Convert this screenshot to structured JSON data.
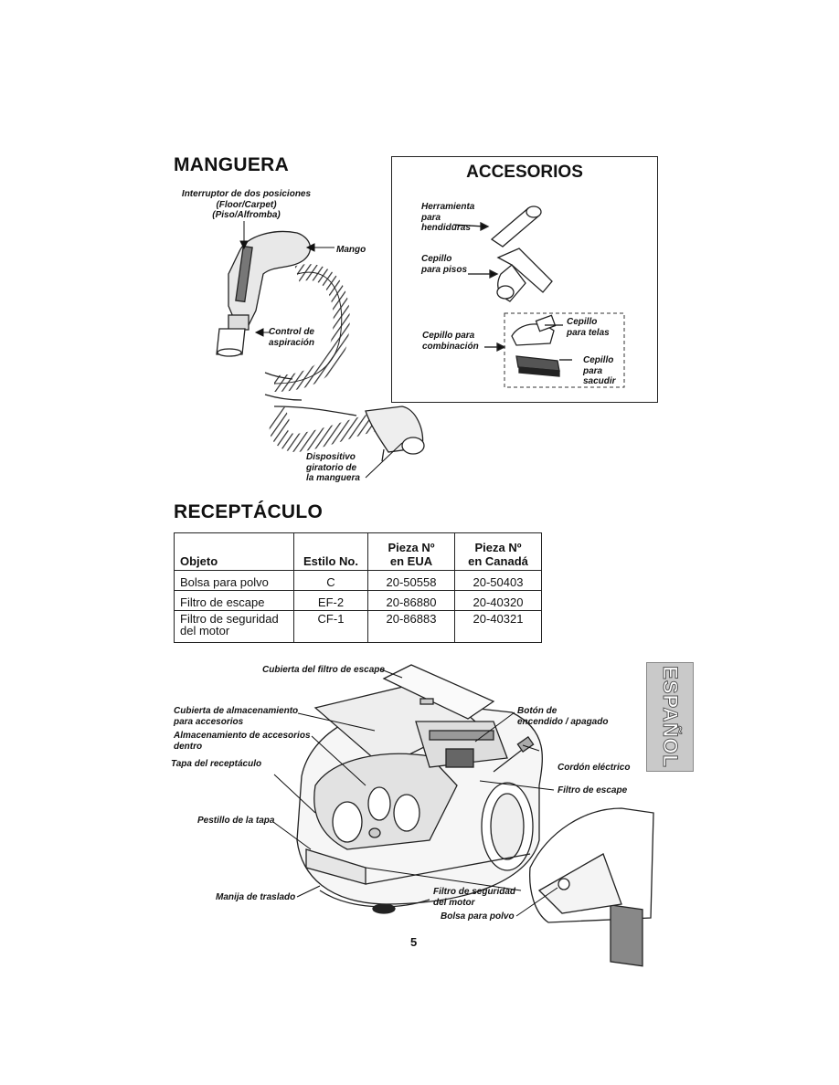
{
  "hose": {
    "title": "MANGUERA",
    "switch_label_1": "Interruptor de dos posiciones",
    "switch_label_2": "(Floor/Carpet)",
    "switch_label_3": "(Piso/Alfromba)",
    "handle_label": "Mango",
    "suction_label_1": "Control de",
    "suction_label_2": "aspiración",
    "swivel_label_1": "Dispositivo",
    "swivel_label_2": "giratorio de",
    "swivel_label_3": "la manguera"
  },
  "accessories": {
    "title": "ACCESORIOS",
    "crevice_1": "Herramienta",
    "crevice_2": "para",
    "crevice_3": "hendiduras",
    "floor_1": "Cepillo",
    "floor_2": "para pisos",
    "combo_1": "Cepillo para",
    "combo_2": "combinación",
    "upholstery_1": "Cepillo",
    "upholstery_2": "para telas",
    "dusting_1": "Cepillo",
    "dusting_2": "para",
    "dusting_3": "sacudir"
  },
  "canister": {
    "title": "RECEPTÁCULO",
    "table": {
      "headers": [
        "Objeto",
        "Estilo No.",
        "Pieza Nº\nen EUA",
        "Pieza Nº\nen Canadá"
      ],
      "h_col3_1": "Pieza Nº",
      "h_col3_2": "en EUA",
      "h_col4_1": "Pieza Nº",
      "h_col4_2": "en Canadá",
      "rows": [
        {
          "item": "Bolsa para polvo",
          "style": "C",
          "us": "20-50558",
          "canada": "20-50403"
        },
        {
          "item": "Filtro de escape",
          "style": "EF-2",
          "us": "20-86880",
          "canada": "20-40320"
        },
        {
          "item_1": "Filtro de seguridad",
          "item_2": "del motor",
          "style": "CF-1",
          "us": "20-86883",
          "canada": "20-40321"
        }
      ]
    }
  },
  "diagram": {
    "exhaust_cover": "Cubierta del filtro de escape",
    "storage_cover_1": "Cubierta de almacenamiento",
    "storage_cover_2": "para accesorios",
    "storage_inside_1": "Almacenamiento de accesorios",
    "storage_inside_2": "dentro",
    "lid": "Tapa del receptáculo",
    "latch": "Pestillo de la tapa",
    "carry_handle": "Manija de traslado",
    "power_button_1": "Botón de",
    "power_button_2": "encendido / apagado",
    "cord": "Cordón eléctrico",
    "exhaust_filter": "Filtro de escape",
    "motor_filter_1": "Filtro de seguridad",
    "motor_filter_2": "del motor",
    "dust_bag": "Bolsa para polvo"
  },
  "side_tab": "ESPAÑOL",
  "page_number": "5"
}
